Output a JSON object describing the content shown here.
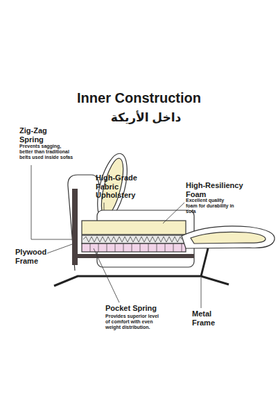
{
  "diagram": {
    "title": "Inner Construction",
    "labels": [
      "داخل الأريكة",
      "Zig-Zag Spring",
      "Prevents sagging, better than traditional belts used inside sofas",
      "High-Grade Fabric Upholstery",
      "High-Resiliency Foam",
      "Excellent quality foam for durability in sofa",
      "Plywood Frame",
      "Pocket Spring",
      "Provides superior level of comfort with even weight distribution.",
      "Metal Frame"
    ]
  }
}
